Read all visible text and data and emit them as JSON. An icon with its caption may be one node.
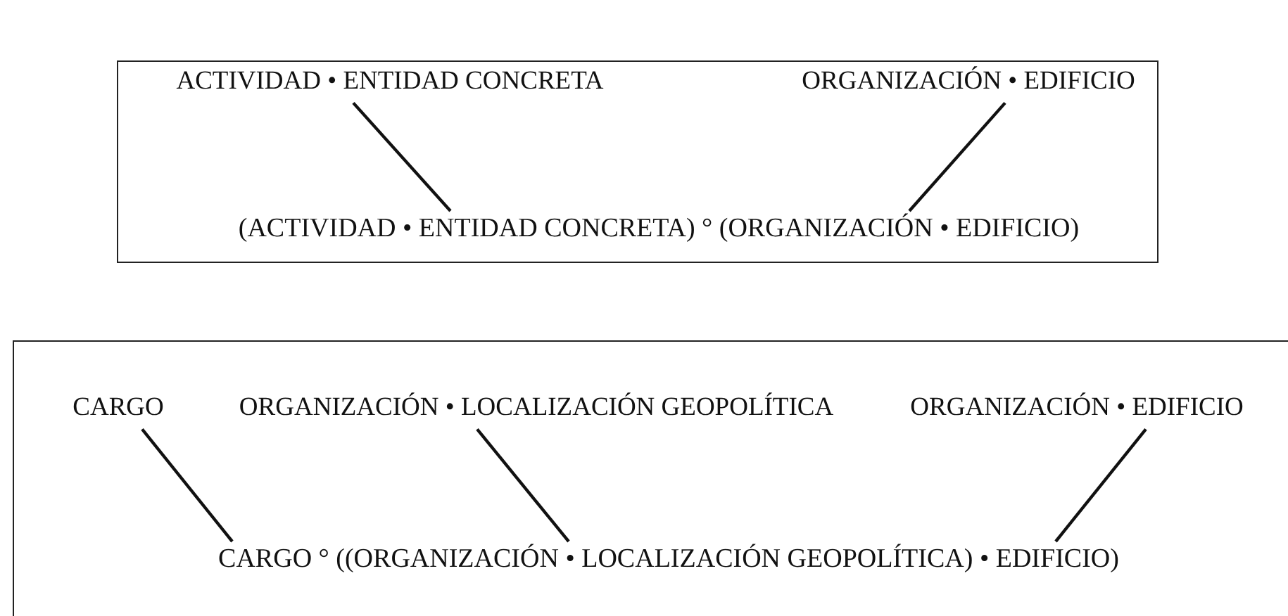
{
  "diagram": {
    "nodes": [
      {
        "text": [],
        "shape": "box"
      },
      {
        "text": [
          "ACTIVIDAD • ENTIDAD CONCRETA"
        ],
        "in": 0
      },
      {
        "text": [
          "ORGANIZACIÓN • EDIFICIO"
        ],
        "in": 0
      },
      {
        "text": [
          "(ACTIVIDAD • ENTIDAD CONCRETA) ° (ORGANIZACIÓN • EDIFICIO)"
        ],
        "in": 0
      },
      {
        "text": [],
        "shape": "box"
      },
      {
        "text": [
          "CARGO"
        ],
        "in": 4
      },
      {
        "text": [
          "ORGANIZACIÓN • LOCALIZACIÓN GEOPOLÍTICA"
        ],
        "in": 4
      },
      {
        "text": [
          "ORGANIZACIÓN • EDIFICIO"
        ],
        "in": 4
      },
      {
        "text": [
          "CARGO ° ((ORGANIZACIÓN • LOCALIZACIÓN GEOPOLÍTICA) • EDIFICIO)"
        ],
        "in": 4
      }
    ],
    "edges": [
      {
        "from": 1,
        "to": 3,
        "arrow": "none"
      },
      {
        "from": 2,
        "to": 3,
        "arrow": "none"
      },
      {
        "from": 5,
        "to": 8,
        "arrow": "none"
      },
      {
        "from": 6,
        "to": 8,
        "arrow": "none"
      },
      {
        "from": 7,
        "to": 8,
        "arrow": "none"
      }
    ]
  }
}
